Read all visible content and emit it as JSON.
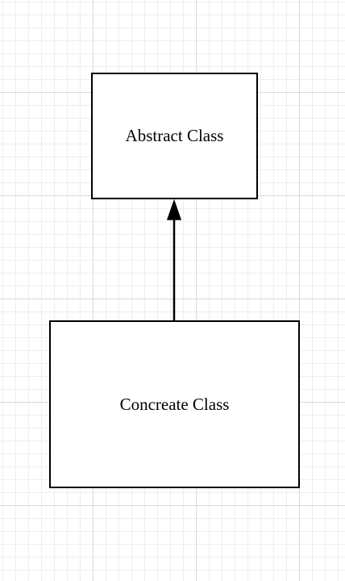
{
  "diagram": {
    "abstract_class": {
      "label": "Abstract Class"
    },
    "concrete_class": {
      "label": "Concreate Class"
    },
    "edge": {
      "from": "concrete_class",
      "to": "abstract_class",
      "arrowhead": "filled-triangle"
    }
  },
  "colors": {
    "stroke": "#000000",
    "fill": "#ffffff",
    "grid_major": "#d9d9d9",
    "grid_minor": "#eeeeee"
  }
}
